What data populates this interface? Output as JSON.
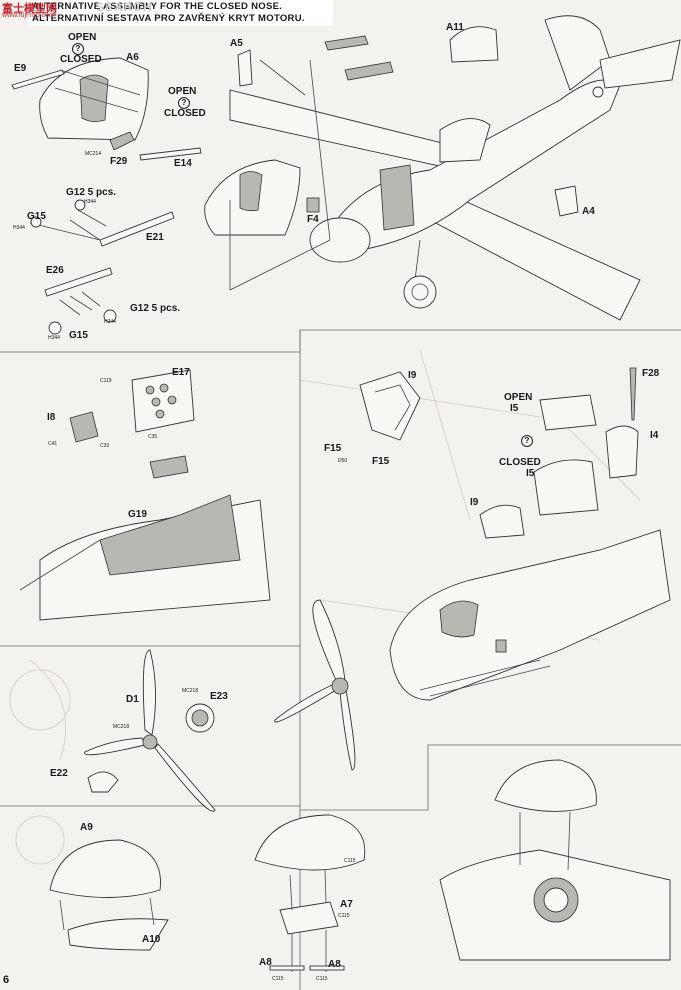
{
  "header": {
    "line1": "ALTERNATIVE ASSEMBLY FOR THE CLOSED NOSE.",
    "line2": "ALTERNATIVNÍ SESTAVA PRO ZAVŘENÝ KRYT MOTORU."
  },
  "watermark": {
    "brand": "富士模型网",
    "url": "www.fuji-mo.com",
    "site": "SEARCH"
  },
  "page_number": "6",
  "section1": {
    "e9": "E9",
    "open": "OPEN",
    "closed": "CLOSED",
    "q": "?",
    "a6": "A6",
    "a5": "A5",
    "a11": "A11",
    "open2": "OPEN",
    "closed2": "CLOSED",
    "mc214": "MC214",
    "f29": "F29",
    "e14": "E14",
    "f4": "F4",
    "a4": "A4",
    "g12a": "G12 5 pcs.",
    "h344a": "H344",
    "g15a": "G15",
    "h344b": "H344",
    "e21": "E21",
    "e26": "E26",
    "g12b": "G12 5 pcs.",
    "h344c": "H344",
    "h344d": "H344",
    "g15b": "G15"
  },
  "section2": {
    "e17": "E17",
    "c119": "C119",
    "i8": "I8",
    "c41": "C41",
    "c33": "C33",
    "c35": "C35",
    "g19": "G19"
  },
  "section3": {
    "i9": "I9",
    "f15a": "F15",
    "d50": "D50",
    "f15b": "F15",
    "f28": "F28",
    "open": "OPEN",
    "i5a": "I5",
    "i4": "I4",
    "q": "?",
    "closed": "CLOSED",
    "i5b": "I5",
    "i9b": "I9"
  },
  "section4": {
    "d1": "D1",
    "mc218a": "MC218",
    "e23": "E23",
    "mc218b": "MC218",
    "e22": "E22"
  },
  "section5": {
    "a9": "A9",
    "a10": "A10",
    "c115a": "C115",
    "a7": "A7",
    "c115b": "C115",
    "a8a": "A8",
    "c115c": "C115",
    "a8b": "A8",
    "c115d": "C115"
  }
}
